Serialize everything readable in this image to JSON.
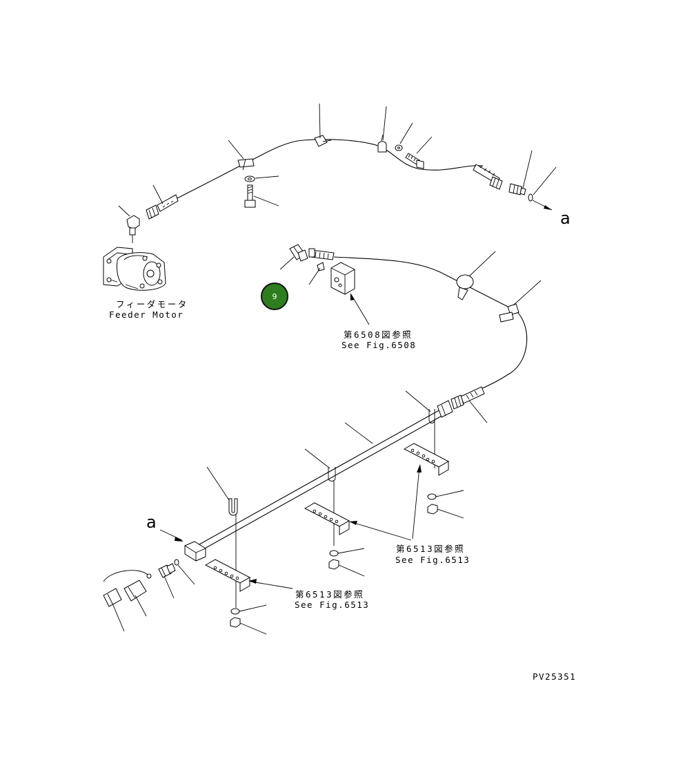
{
  "labels": {
    "feeder_motor_jp": "フィーダモータ",
    "feeder_motor_en": "Feeder Motor",
    "ref_6508_jp": "第6508図参照",
    "ref_6508_en": "See Fig.6508",
    "ref_6513_jp_right": "第6513図参照",
    "ref_6513_en_right": "See Fig.6513",
    "ref_6513_jp_bottom": "第6513図参照",
    "ref_6513_en_bottom": "See Fig.6513",
    "connector_a_top": "a",
    "connector_a_bottom": "a",
    "drawing_number": "PV25351"
  },
  "marker": {
    "label": "9",
    "color": "#2e7d1e"
  }
}
